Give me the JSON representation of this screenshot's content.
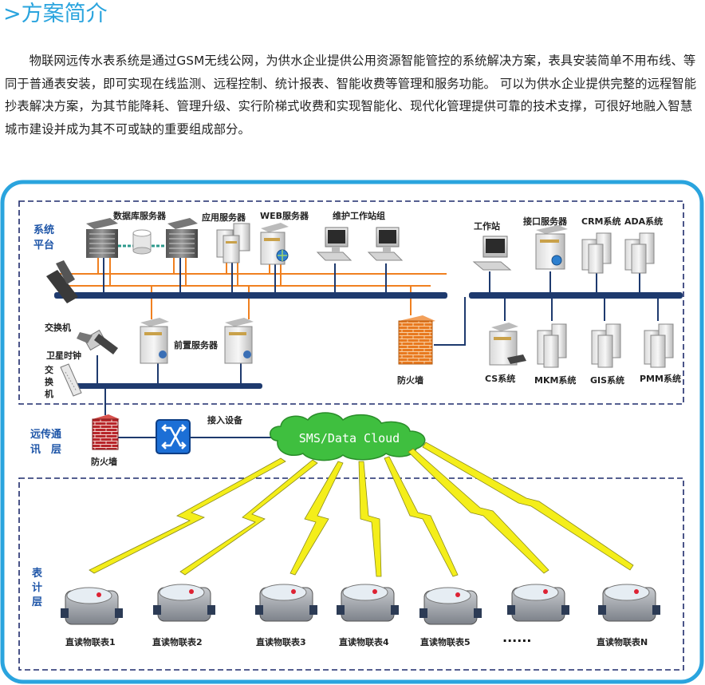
{
  "heading": ">方案简介",
  "intro": "物联网远传水表系统是通过GSM无线公网，为供水企业提供公用资源智能管控的系统解决方案，表具安装简单不用布线、等同于普通表安装，即可实现在线监测、远程控制、统计报表、智能收费等管理和服务功能。  可以为供水企业提供完整的远程智能抄表解决方案，为其节能降耗、管理升级、实行阶梯式收费和实现智能化、现代化管理提供可靠的技术支撑，可很好地融入智慧城市建设并成为其不可或缺的重要组成部分。",
  "diagram": {
    "layers": {
      "platform_line1": "系统",
      "platform_line2": "平台",
      "comm_line1": "远传通",
      "comm_line2": "讯　层",
      "meter_line1": "表",
      "meter_line2": "计",
      "meter_line3": "层"
    },
    "labels": {
      "db_server": "数据库服务器",
      "app_server": "应用服务器",
      "web_server": "WEB服务器",
      "maint_group": "维护工作站组",
      "workstation": "工作站",
      "interface_server": "接口服务器",
      "crm": "CRM系统",
      "ada": "ADA系统",
      "switch": "交换机",
      "satellite_clock": "卫星时钟",
      "switch2_l1": "交",
      "switch2_l2": "换",
      "switch2_l3": "机",
      "front_server": "前置服务器",
      "firewall1": "防火墙",
      "cs": "CS系统",
      "mkm": "MKM系统",
      "gis": "GIS系统",
      "pmm": "PMM系统",
      "access_device": "接入设备",
      "firewall2": "防火墙",
      "cloud": "SMS/Data Cloud"
    },
    "meters": [
      "直读物联表1",
      "直读物联表2",
      "直读物联表3",
      "直读物联表4",
      "直读物联表5",
      "直读物联表N"
    ],
    "ellipsis": "······",
    "colors": {
      "frame": "#2aa4de",
      "dash": "#1d2a6b",
      "bus": "#1e3a6e",
      "orange": "#f08020",
      "cloud": "#3fbf3f",
      "bolt": "#f4ee1a",
      "heading": "#2aa4de"
    }
  }
}
